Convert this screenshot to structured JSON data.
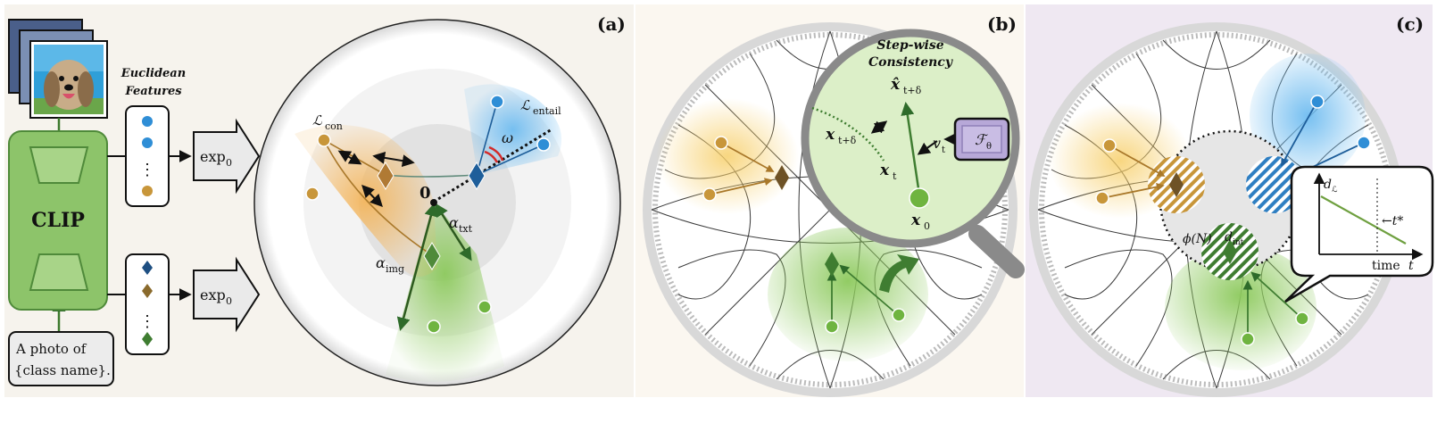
{
  "panels": {
    "a": {
      "label": "(a)",
      "euclid_title_1": "Euclidean",
      "euclid_title_2": "Features",
      "clip_label": "CLIP",
      "exp_label": "exp",
      "exp_subscript": "0",
      "prompt_line_1": "A photo of",
      "prompt_line_2": "{class name}.",
      "ellipsis": "⋮",
      "origin_label": "0",
      "l_con": "ℒ",
      "l_con_sub": "con",
      "l_entail": "ℒ",
      "l_entail_sub": "entail",
      "omega": "ω",
      "alpha_txt": "α",
      "alpha_txt_sub": "txt",
      "alpha_img": "α",
      "alpha_img_sub": "img"
    },
    "b": {
      "label": "(b)",
      "title_1": "Step-wise",
      "title_2": "Consistency",
      "x_hat": "x̂",
      "x_hat_sub": "t+δ",
      "x_td": "x",
      "x_td_sub": "t+δ",
      "x_t": "x",
      "x_t_sub": "t",
      "x_0": "x",
      "x_0_sub": "0",
      "v_t": "v",
      "v_t_sub": "t",
      "f_theta": "ℱ",
      "f_theta_sub": "θ"
    },
    "c": {
      "label": "(c)",
      "phi": "ϕ(N)",
      "d_int": "d",
      "d_int_sub": "int",
      "inset_y": "d",
      "inset_y_sub": "ℒ",
      "inset_x": "time",
      "inset_x_t": "t",
      "inset_marker": "←t*"
    }
  },
  "colors": {
    "orange": "#c8963a",
    "blue": "#2f8ed6",
    "green": "#6fb440",
    "dark_blue": "#1e4f82",
    "brown": "#8a6a2c",
    "dark_green": "#3f7d31",
    "clip_green": "#8dc46a",
    "lens_green": "#dcefc8",
    "f_box": "#b7a8d8"
  }
}
